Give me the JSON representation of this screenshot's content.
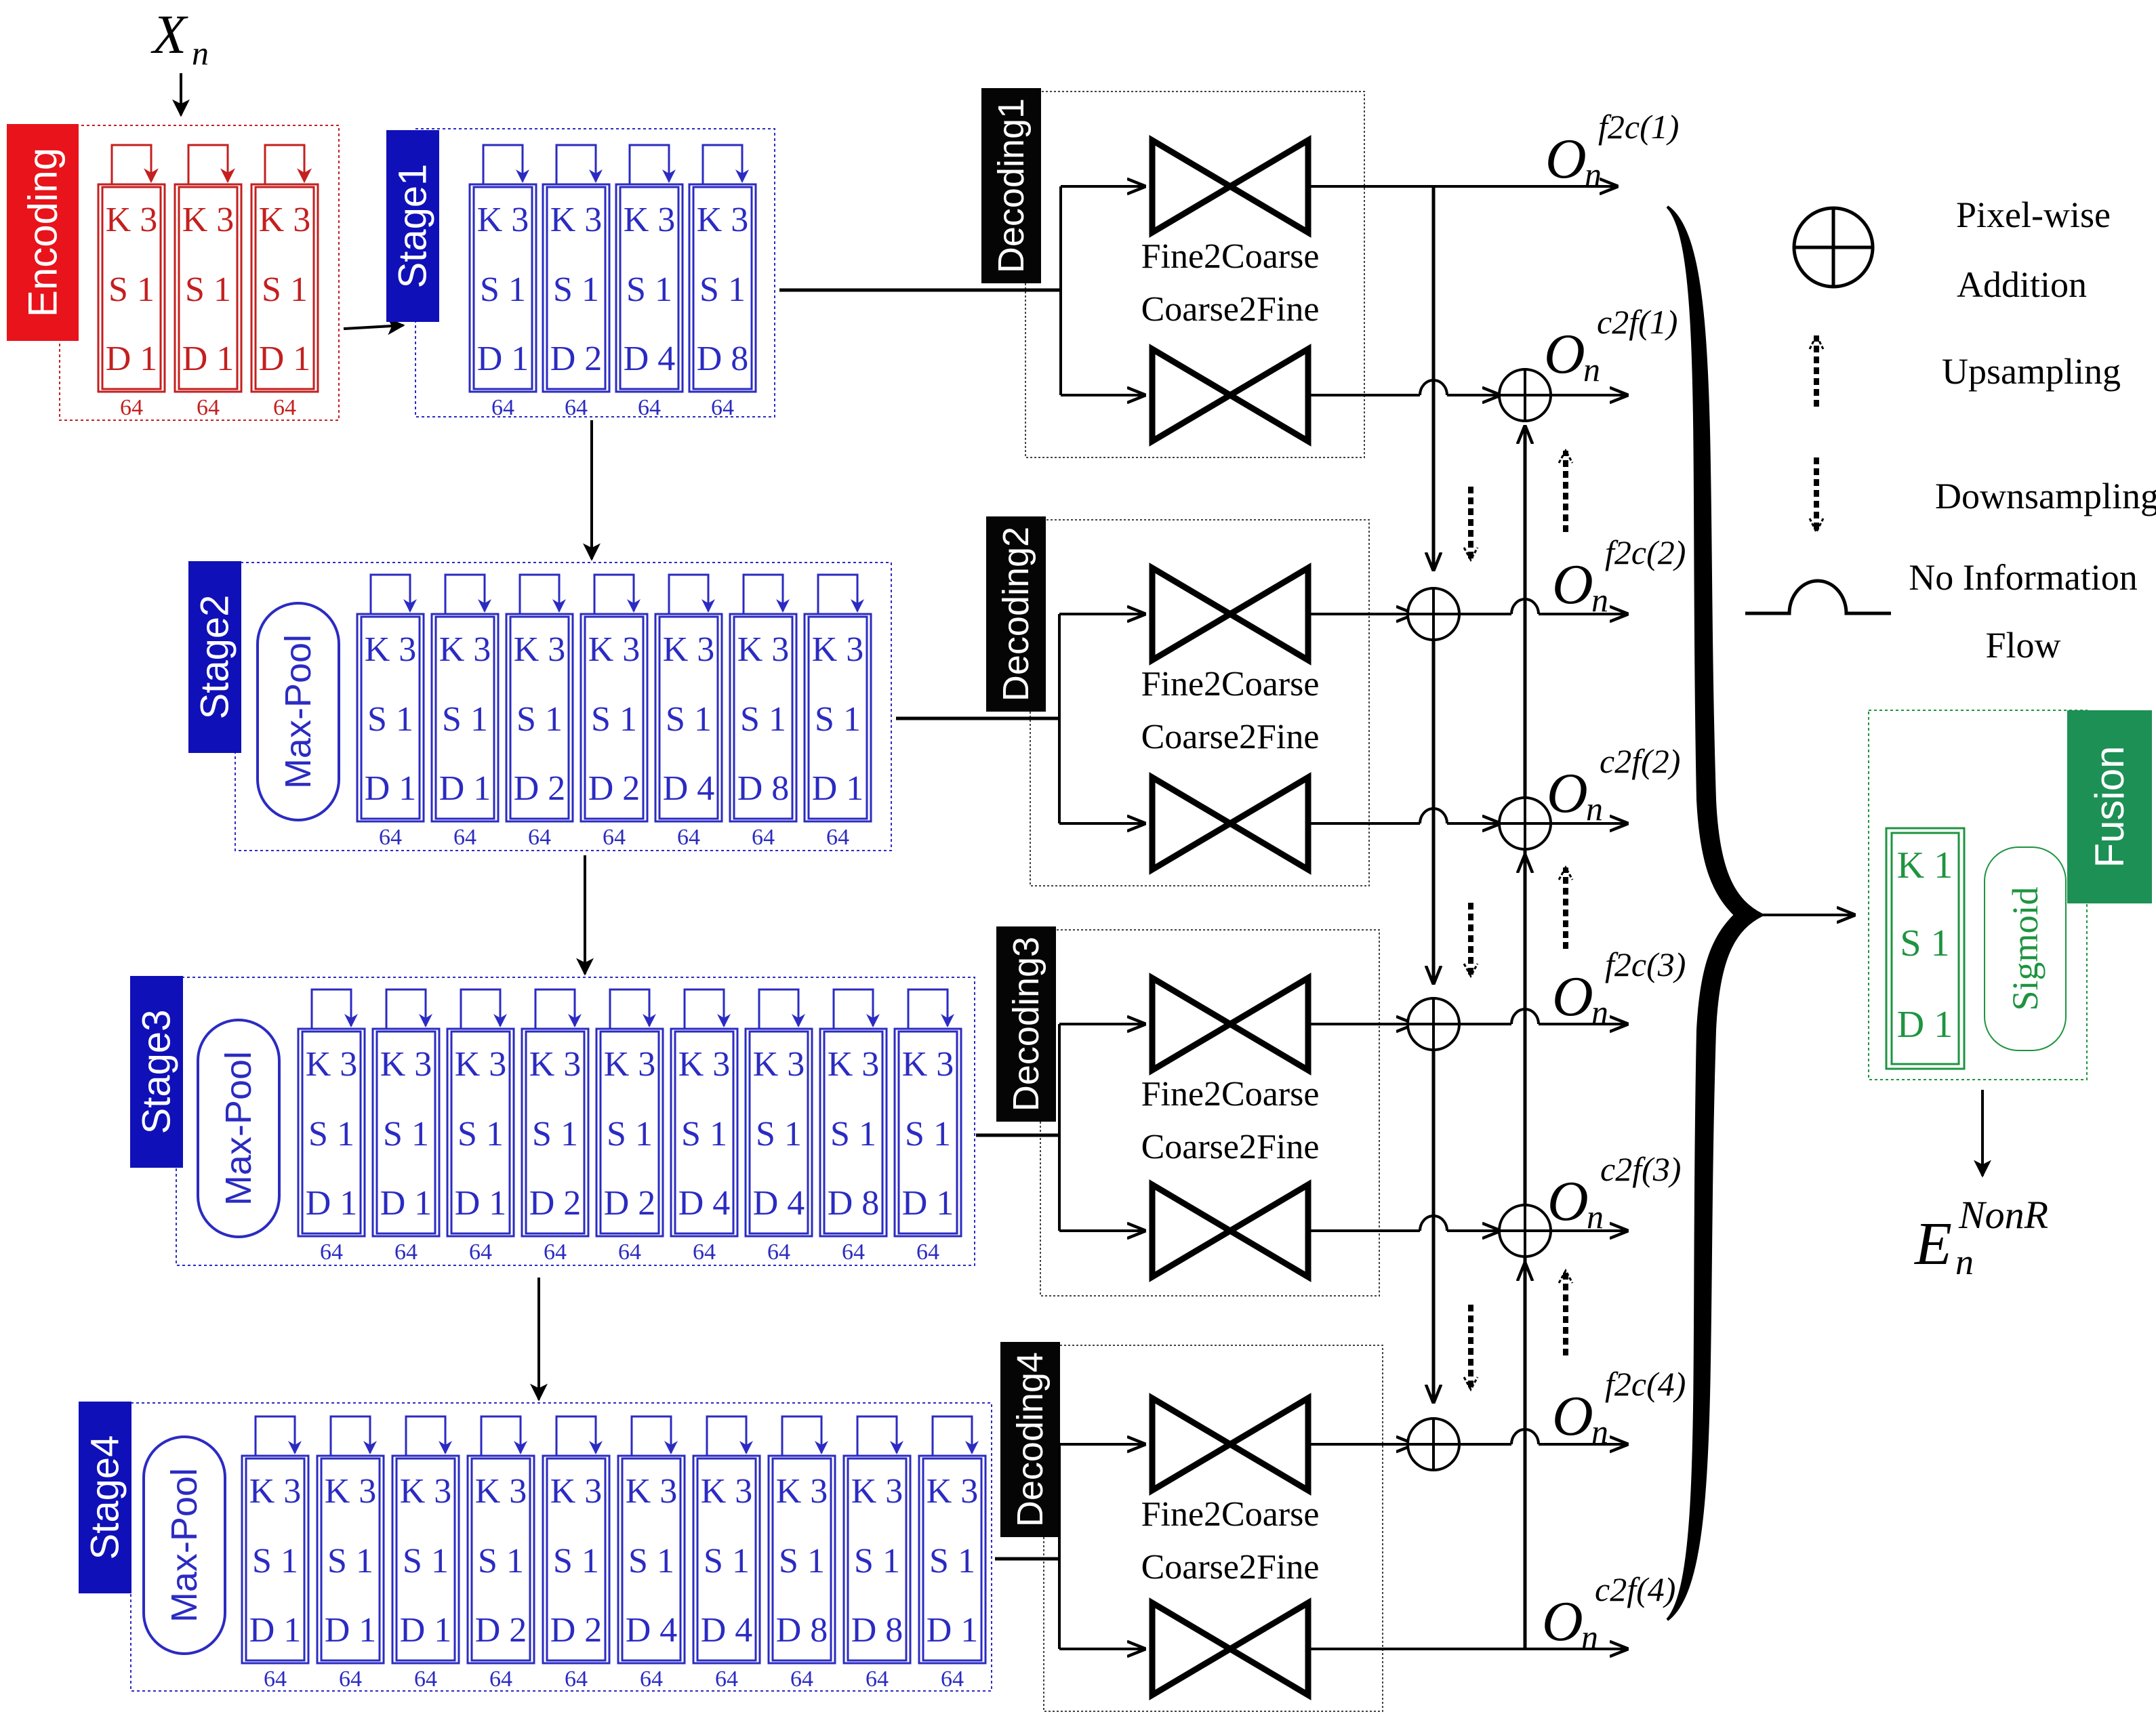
{
  "input": {
    "base": "X",
    "sub": "n"
  },
  "encoding": {
    "label": "Encoding",
    "color": "#c3201f",
    "tag_color": "#e8131b",
    "layers": [
      {
        "k": "K 3",
        "s": "S 1",
        "d": "D 1",
        "ch": "64"
      },
      {
        "k": "K 3",
        "s": "S 1",
        "d": "D 1",
        "ch": "64"
      },
      {
        "k": "K 3",
        "s": "S 1",
        "d": "D 1",
        "ch": "64"
      }
    ]
  },
  "stages": [
    {
      "label": "Stage1",
      "maxpool": "",
      "layers": [
        {
          "k": "K 3",
          "s": "S 1",
          "d": "D 1",
          "ch": "64"
        },
        {
          "k": "K 3",
          "s": "S 1",
          "d": "D 2",
          "ch": "64"
        },
        {
          "k": "K 3",
          "s": "S 1",
          "d": "D 4",
          "ch": "64"
        },
        {
          "k": "K 3",
          "s": "S 1",
          "d": "D 8",
          "ch": "64"
        }
      ]
    },
    {
      "label": "Stage2",
      "maxpool": "Max-Pool",
      "layers": [
        {
          "k": "K 3",
          "s": "S 1",
          "d": "D 1",
          "ch": "64"
        },
        {
          "k": "K 3",
          "s": "S 1",
          "d": "D 1",
          "ch": "64"
        },
        {
          "k": "K 3",
          "s": "S 1",
          "d": "D 2",
          "ch": "64"
        },
        {
          "k": "K 3",
          "s": "S 1",
          "d": "D 2",
          "ch": "64"
        },
        {
          "k": "K 3",
          "s": "S 1",
          "d": "D 4",
          "ch": "64"
        },
        {
          "k": "K 3",
          "s": "S 1",
          "d": "D 8",
          "ch": "64"
        },
        {
          "k": "K 3",
          "s": "S 1",
          "d": "D 1",
          "ch": "64"
        }
      ]
    },
    {
      "label": "Stage3",
      "maxpool": "Max-Pool",
      "layers": [
        {
          "k": "K 3",
          "s": "S 1",
          "d": "D 1",
          "ch": "64"
        },
        {
          "k": "K 3",
          "s": "S 1",
          "d": "D 1",
          "ch": "64"
        },
        {
          "k": "K 3",
          "s": "S 1",
          "d": "D 1",
          "ch": "64"
        },
        {
          "k": "K 3",
          "s": "S 1",
          "d": "D 2",
          "ch": "64"
        },
        {
          "k": "K 3",
          "s": "S 1",
          "d": "D 2",
          "ch": "64"
        },
        {
          "k": "K 3",
          "s": "S 1",
          "d": "D 4",
          "ch": "64"
        },
        {
          "k": "K 3",
          "s": "S 1",
          "d": "D 4",
          "ch": "64"
        },
        {
          "k": "K 3",
          "s": "S 1",
          "d": "D 8",
          "ch": "64"
        },
        {
          "k": "K 3",
          "s": "S 1",
          "d": "D 1",
          "ch": "64"
        }
      ]
    },
    {
      "label": "Stage4",
      "maxpool": "Max-Pool",
      "layers": [
        {
          "k": "K 3",
          "s": "S 1",
          "d": "D 1",
          "ch": "64"
        },
        {
          "k": "K 3",
          "s": "S 1",
          "d": "D 1",
          "ch": "64"
        },
        {
          "k": "K 3",
          "s": "S 1",
          "d": "D 1",
          "ch": "64"
        },
        {
          "k": "K 3",
          "s": "S 1",
          "d": "D 2",
          "ch": "64"
        },
        {
          "k": "K 3",
          "s": "S 1",
          "d": "D 2",
          "ch": "64"
        },
        {
          "k": "K 3",
          "s": "S 1",
          "d": "D 4",
          "ch": "64"
        },
        {
          "k": "K 3",
          "s": "S 1",
          "d": "D 4",
          "ch": "64"
        },
        {
          "k": "K 3",
          "s": "S 1",
          "d": "D 8",
          "ch": "64"
        },
        {
          "k": "K 3",
          "s": "S 1",
          "d": "D 8",
          "ch": "64"
        },
        {
          "k": "K 3",
          "s": "S 1",
          "d": "D 1",
          "ch": "64"
        }
      ]
    }
  ],
  "stage_color": "#2b2bc2",
  "stage_tag_color": "#1010b8",
  "decodings": [
    {
      "label": "Decoding1",
      "f2c": "Fine2Coarse",
      "c2f": "Coarse2Fine"
    },
    {
      "label": "Decoding2",
      "f2c": "Fine2Coarse",
      "c2f": "Coarse2Fine"
    },
    {
      "label": "Decoding3",
      "f2c": "Fine2Coarse",
      "c2f": "Coarse2Fine"
    },
    {
      "label": "Decoding4",
      "f2c": "Fine2Coarse",
      "c2f": "Coarse2Fine"
    }
  ],
  "outputs": [
    {
      "base": "O",
      "sub": "n",
      "sup": "f2c(1)"
    },
    {
      "base": "O",
      "sub": "n",
      "sup": "c2f(1)"
    },
    {
      "base": "O",
      "sub": "n",
      "sup": "f2c(2)"
    },
    {
      "base": "O",
      "sub": "n",
      "sup": "c2f(2)"
    },
    {
      "base": "O",
      "sub": "n",
      "sup": "f2c(3)"
    },
    {
      "base": "O",
      "sub": "n",
      "sup": "c2f(3)"
    },
    {
      "base": "O",
      "sub": "n",
      "sup": "f2c(4)"
    },
    {
      "base": "O",
      "sub": "n",
      "sup": "c2f(4)"
    }
  ],
  "legend": {
    "addition": [
      "Pixel-wise",
      "Addition"
    ],
    "upsampling": "Upsampling",
    "downsampling": "Downsampling",
    "no_flow": [
      "No Information",
      "Flow"
    ]
  },
  "fusion": {
    "label": "Fusion",
    "color": "#1e9440",
    "tag_color": "#1d9055",
    "conv": {
      "k": "K 1",
      "s": "S 1",
      "d": "D 1"
    },
    "activation": "Sigmoid"
  },
  "final_output": {
    "base": "E",
    "sub": "n",
    "sup": "NonR"
  }
}
